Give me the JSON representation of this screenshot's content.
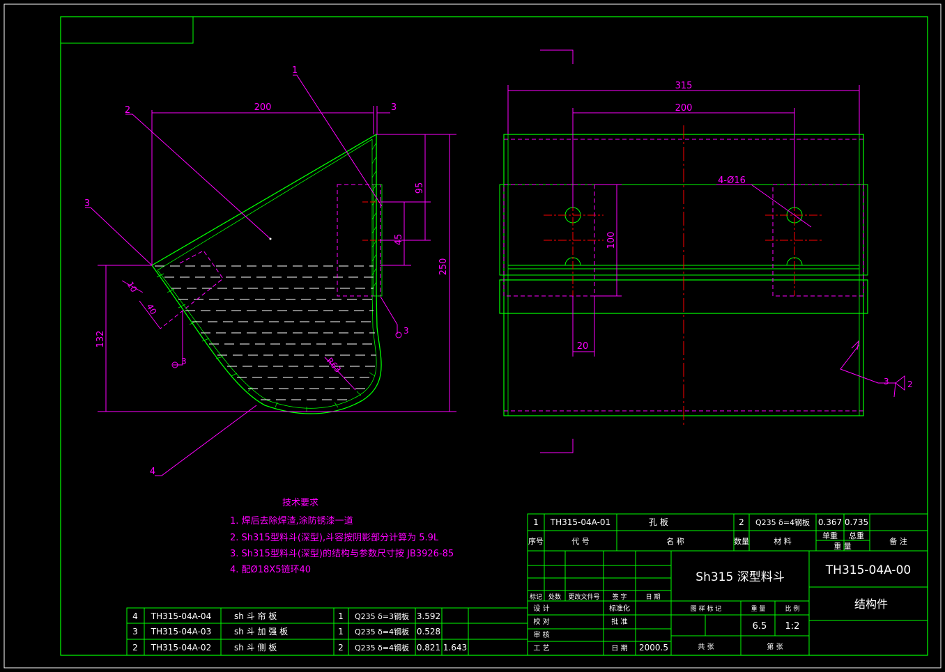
{
  "colors": {
    "frame": "#00ff00",
    "dim": "#ff00ff",
    "center": "#ff0000",
    "text": "#ffffff",
    "hidden": "#ff00ff",
    "background": "#000000"
  },
  "left_view": {
    "dim_200": "200",
    "dim_3": "3",
    "dim_95": "95",
    "dim_45": "45",
    "dim_250": "250",
    "dim_132": "132",
    "dim_10": "10",
    "dim_40": "40",
    "dim_r63": "R63",
    "weld_a": "3",
    "weld_b": "3",
    "weld_c": "3",
    "label_1": "1",
    "label_2": "2",
    "label_3": "3",
    "label_4": "4"
  },
  "right_view": {
    "dim_315": "315",
    "dim_200": "200",
    "dim_hole": "4-Ø16",
    "dim_100": "100",
    "dim_20": "20",
    "weld_a": "3",
    "weld_b": "2"
  },
  "notes": {
    "title": "技术要求",
    "items": [
      "1.  焊后去除焊渣,涂防锈漆一道",
      "2.  Sh315型料斗(深型),斗容按阴影部分计算为  5.9L",
      "3.  Sh315型料斗(深型)的结构与参数尺寸按   JB3926-85",
      "4.  配Ø18X5链环40"
    ]
  },
  "parts_upper": {
    "no": "1",
    "code": "TH315-04A-01",
    "name": "孔    板",
    "qty": "2",
    "material": "Q235  δ=4钢板",
    "unit_w": "0.367",
    "total_w": "0.735"
  },
  "parts_header": {
    "no": "序号",
    "code": "代    号",
    "name": "名          称",
    "qty": "数量",
    "material": "材    料",
    "unit_w": "单重",
    "total_w": "总重",
    "weight": "重    量",
    "remark": "备    注"
  },
  "parts_lower": [
    {
      "no": "4",
      "code": "TH315-04A-04",
      "name": "sh  斗 帘 板",
      "qty": "1",
      "material": "Q235  δ=3钢板",
      "unit_w": "3.592",
      "total_w": ""
    },
    {
      "no": "3",
      "code": "TH315-04A-03",
      "name": "sh  斗 加 强 板",
      "qty": "1",
      "material": "Q235  δ=4钢板",
      "unit_w": "0.528",
      "total_w": ""
    },
    {
      "no": "2",
      "code": "TH315-04A-02",
      "name": "sh  斗 侧 板",
      "qty": "2",
      "material": "Q235  δ=4钢板",
      "unit_w": "0.821",
      "total_w": "1.643"
    }
  ],
  "title_block": {
    "part_name": "Sh315 深型料斗",
    "drawing_no": "TH315-04A-00",
    "category": "结构件",
    "rev_headers": [
      "标记",
      "处数",
      "更改文件号",
      "签  字",
      "日  期"
    ],
    "design": "设  计",
    "standard": "标准化",
    "check": "校  对",
    "approve": "批  准",
    "review": "审  核",
    "process": "工  艺",
    "date_label": "日  期",
    "date": "2000.5",
    "mark_label": "图 样 标 记",
    "weight_label": "重  量",
    "scale_label": "比  例",
    "weight": "6.5",
    "scale": "1:2",
    "total_sheets": "共      张",
    "sheet_no": "第      张"
  }
}
